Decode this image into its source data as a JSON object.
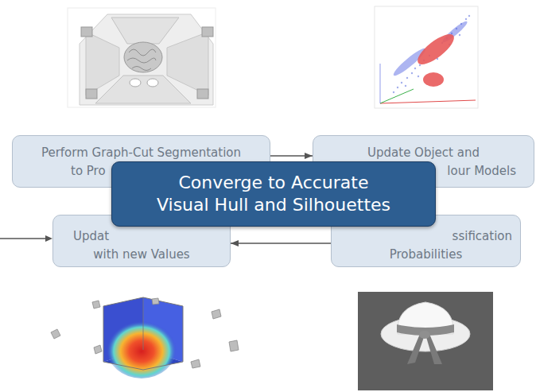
{
  "diagram": {
    "nodes": [
      {
        "text": [
          "Perform Graph-Cut Segmentation",
          "to Pro"
        ]
      },
      {
        "text": [
          "Update Object and",
          "lour Models"
        ]
      },
      {
        "text": [
          "Converge to Accurate Visual Hull and Silhouettes"
        ]
      },
      {
        "text": [
          "Updat",
          "with new Values"
        ]
      },
      {
        "text": [
          "ssification",
          "Probabilities"
        ]
      }
    ],
    "edges": [
      {
        "from": 0,
        "to": 1,
        "arrow": "to"
      },
      {
        "from": 4,
        "to": 3,
        "arrow": "to"
      }
    ]
  }
}
